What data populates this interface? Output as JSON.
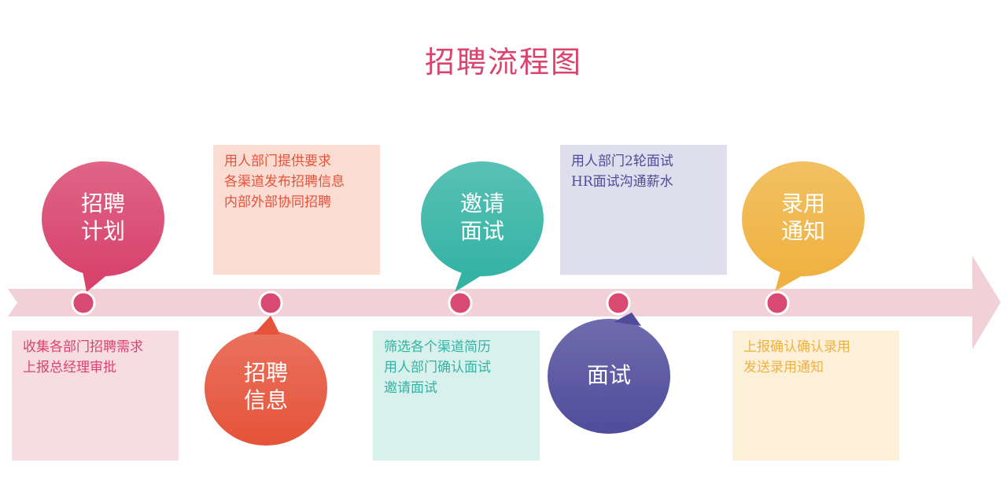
{
  "title": "招聘流程图",
  "colors": {
    "title": "#d9436e",
    "arrow": "#f1d0d8",
    "dot": "#d94a72",
    "stage_pink": "#d8436c",
    "stage_orange": "#e5533a",
    "stage_teal": "#34b3a5",
    "stage_purple": "#4f4c9b",
    "stage_yellow": "#efb241"
  },
  "stages": [
    {
      "lines": [
        "招聘",
        "计划"
      ],
      "color": "#d8436c"
    },
    {
      "lines": [
        "招聘",
        "信息"
      ],
      "color": "#e5533a"
    },
    {
      "lines": [
        "邀请",
        "面试"
      ],
      "color": "#34b3a5"
    },
    {
      "lines": [
        "面试"
      ],
      "color": "#4f4c9b"
    },
    {
      "lines": [
        "录用",
        "通知"
      ],
      "color": "#efb241"
    }
  ],
  "notes": [
    {
      "lines": [
        "收集各部门招聘需求",
        "上报总经理审批"
      ],
      "bg": "#f7dce3",
      "color": "#d8436c"
    },
    {
      "lines": [
        "用人部门提供要求",
        "各渠道发布招聘信息",
        "内部外部协同招聘"
      ],
      "bg": "#fadcd2",
      "color": "#e5533a"
    },
    {
      "lines": [
        "筛选各个渠道简历",
        "用人部门确认面试",
        "邀请面试"
      ],
      "bg": "#d9f1ec",
      "color": "#34b3a5"
    },
    {
      "lines": [
        "用人部门2轮面试",
        "HR面试沟通薪水"
      ],
      "bg": "#dedeec",
      "color": "#4f4c9b"
    },
    {
      "lines": [
        "上报确认确认录用",
        "发送录用通知"
      ],
      "bg": "#fdf0d9",
      "color": "#efb241"
    }
  ]
}
